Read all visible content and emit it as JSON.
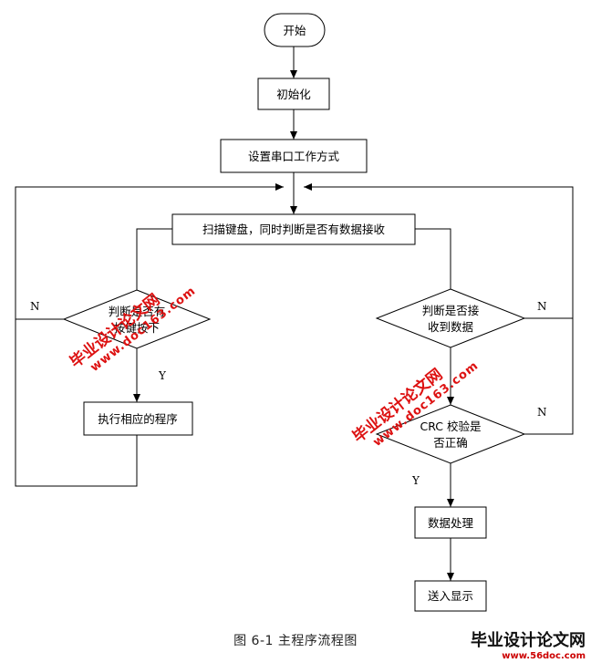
{
  "nodes": {
    "start": "开始",
    "init": "初始化",
    "serial": "设置串口工作方式",
    "scan": "扫描键盘，同时判断是否有数据接收",
    "key_q1": "判断是否有",
    "key_q2": "按键按下",
    "exec": "执行相应的程序",
    "recv_q1": "判断是否接",
    "recv_q2": "收到数据",
    "crc_q1": "CRC 校验是",
    "crc_q2": "否正确",
    "process": "数据处理",
    "display": "送入显示"
  },
  "branch_labels": {
    "key_no": "N",
    "key_yes": "Y",
    "recv_no": "N",
    "crc_no": "N",
    "crc_yes": "Y"
  },
  "caption": "图 6-1  主程序流程图",
  "watermark": {
    "title": "毕业设计论文网",
    "url": "www.doc163.com"
  },
  "logo": {
    "title": "毕业设计论文网",
    "url": "www.56doc.com"
  },
  "colors": {
    "line": "#000000",
    "watermark": "#dd1111"
  }
}
